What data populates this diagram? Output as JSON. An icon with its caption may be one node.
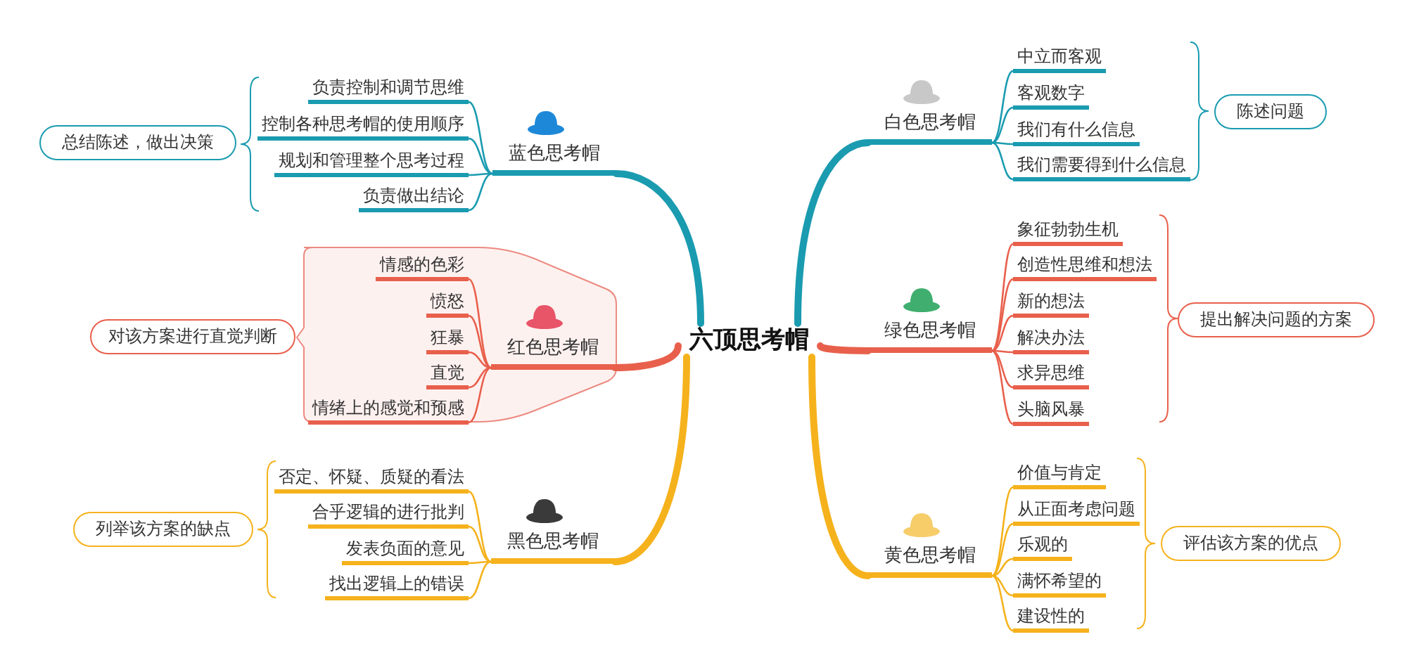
{
  "diagram": {
    "nodes": [
      {
        "text": [
          "六顶思考帽"
        ]
      },
      {
        "text": [
          "蓝色思考帽"
        ]
      },
      {
        "text": [
          "负责控制和调节思维"
        ]
      },
      {
        "text": [
          "控制各种思考帽的使用顺序"
        ]
      },
      {
        "text": [
          "规划和管理整个思考过程"
        ]
      },
      {
        "text": [
          "负责做出结论"
        ]
      },
      {
        "text": [
          "总结陈述，做出决策"
        ]
      },
      {
        "text": [
          "红色思考帽"
        ]
      },
      {
        "text": [
          "情感的色彩"
        ]
      },
      {
        "text": [
          "愤怒"
        ]
      },
      {
        "text": [
          "狂暴"
        ]
      },
      {
        "text": [
          "直觉"
        ]
      },
      {
        "text": [
          "情绪上的感觉和预感"
        ]
      },
      {
        "text": [
          "对该方案进行直觉判断"
        ]
      },
      {
        "text": [
          "黑色思考帽"
        ]
      },
      {
        "text": [
          "否定、怀疑、质疑的看法"
        ]
      },
      {
        "text": [
          "合乎逻辑的进行批判"
        ]
      },
      {
        "text": [
          "发表负面的意见"
        ]
      },
      {
        "text": [
          "找出逻辑上的错误"
        ]
      },
      {
        "text": [
          "列举该方案的缺点"
        ]
      },
      {
        "text": [
          "白色思考帽"
        ]
      },
      {
        "text": [
          "中立而客观"
        ]
      },
      {
        "text": [
          "客观数字"
        ]
      },
      {
        "text": [
          "我们有什么信息"
        ]
      },
      {
        "text": [
          "我们需要得到什么信息"
        ]
      },
      {
        "text": [
          "陈述问题"
        ]
      },
      {
        "text": [
          "绿色思考帽"
        ]
      },
      {
        "text": [
          "象征勃勃生机"
        ]
      },
      {
        "text": [
          "创造性思维和想法"
        ]
      },
      {
        "text": [
          "新的想法"
        ]
      },
      {
        "text": [
          "解决办法"
        ]
      },
      {
        "text": [
          "求异思维"
        ]
      },
      {
        "text": [
          "头脑风暴"
        ]
      },
      {
        "text": [
          "提出解决问题的方案"
        ]
      },
      {
        "text": [
          "黄色思考帽"
        ]
      },
      {
        "text": [
          "价值与肯定"
        ]
      },
      {
        "text": [
          "从正面考虑问题"
        ]
      },
      {
        "text": [
          "乐观的"
        ]
      },
      {
        "text": [
          "满怀希望的"
        ]
      },
      {
        "text": [
          "建设性的"
        ]
      },
      {
        "text": [
          "评估该方案的优点"
        ]
      }
    ],
    "edges": [
      {
        "from": 0,
        "to": 1,
        "arrow": "none",
        "style": "thick",
        "color": "#1a9bb0"
      },
      {
        "from": 1,
        "to": 2,
        "arrow": "none",
        "color": "#1a9bb0"
      },
      {
        "from": 1,
        "to": 3,
        "arrow": "none",
        "color": "#1a9bb0"
      },
      {
        "from": 1,
        "to": 4,
        "arrow": "none",
        "color": "#1a9bb0"
      },
      {
        "from": 1,
        "to": 5,
        "arrow": "none",
        "color": "#1a9bb0"
      },
      {
        "from": 0,
        "to": 7,
        "arrow": "none",
        "style": "thick"
      },
      {
        "from": 7,
        "to": 8,
        "arrow": "none"
      },
      {
        "from": 7,
        "to": 9,
        "arrow": "none"
      },
      {
        "from": 7,
        "to": 10,
        "arrow": "none"
      },
      {
        "from": 7,
        "to": 11,
        "arrow": "none"
      },
      {
        "from": 7,
        "to": 12,
        "arrow": "none"
      },
      {
        "from": 0,
        "to": 14,
        "arrow": "none",
        "style": "thick",
        "color": "#f5b21c"
      },
      {
        "from": 14,
        "to": 15,
        "arrow": "none",
        "color": "#f5b21c"
      },
      {
        "from": 14,
        "to": 16,
        "arrow": "none",
        "color": "#f5b21c"
      },
      {
        "from": 14,
        "to": 17,
        "arrow": "none",
        "color": "#f5b21c"
      },
      {
        "from": 14,
        "to": 18,
        "arrow": "none",
        "color": "#f5b21c"
      },
      {
        "from": 0,
        "to": 20,
        "arrow": "none",
        "style": "thick",
        "color": "#1a9bb0"
      },
      {
        "from": 20,
        "to": 21,
        "arrow": "none",
        "color": "#1a9bb0"
      },
      {
        "from": 20,
        "to": 22,
        "arrow": "none",
        "color": "#1a9bb0"
      },
      {
        "from": 20,
        "to": 23,
        "arrow": "none",
        "color": "#1a9bb0"
      },
      {
        "from": 20,
        "to": 24,
        "arrow": "none",
        "color": "#1a9bb0"
      },
      {
        "from": 0,
        "to": 26,
        "arrow": "none",
        "style": "thick"
      },
      {
        "from": 26,
        "to": 27,
        "arrow": "none"
      },
      {
        "from": 26,
        "to": 28,
        "arrow": "none"
      },
      {
        "from": 26,
        "to": 29,
        "arrow": "none"
      },
      {
        "from": 26,
        "to": 30,
        "arrow": "none"
      },
      {
        "from": 26,
        "to": 31,
        "arrow": "none"
      },
      {
        "from": 26,
        "to": 32,
        "arrow": "none"
      },
      {
        "from": 0,
        "to": 34,
        "arrow": "none",
        "style": "thick",
        "color": "#f5b21c"
      },
      {
        "from": 34,
        "to": 35,
        "arrow": "none",
        "color": "#f5b21c"
      },
      {
        "from": 34,
        "to": 36,
        "arrow": "none",
        "color": "#f5b21c"
      },
      {
        "from": 34,
        "to": 37,
        "arrow": "none",
        "color": "#f5b21c"
      },
      {
        "from": 34,
        "to": 38,
        "arrow": "none",
        "color": "#f5b21c"
      },
      {
        "from": 34,
        "to": 39,
        "arrow": "none",
        "color": "#f5b21c"
      }
    ]
  }
}
